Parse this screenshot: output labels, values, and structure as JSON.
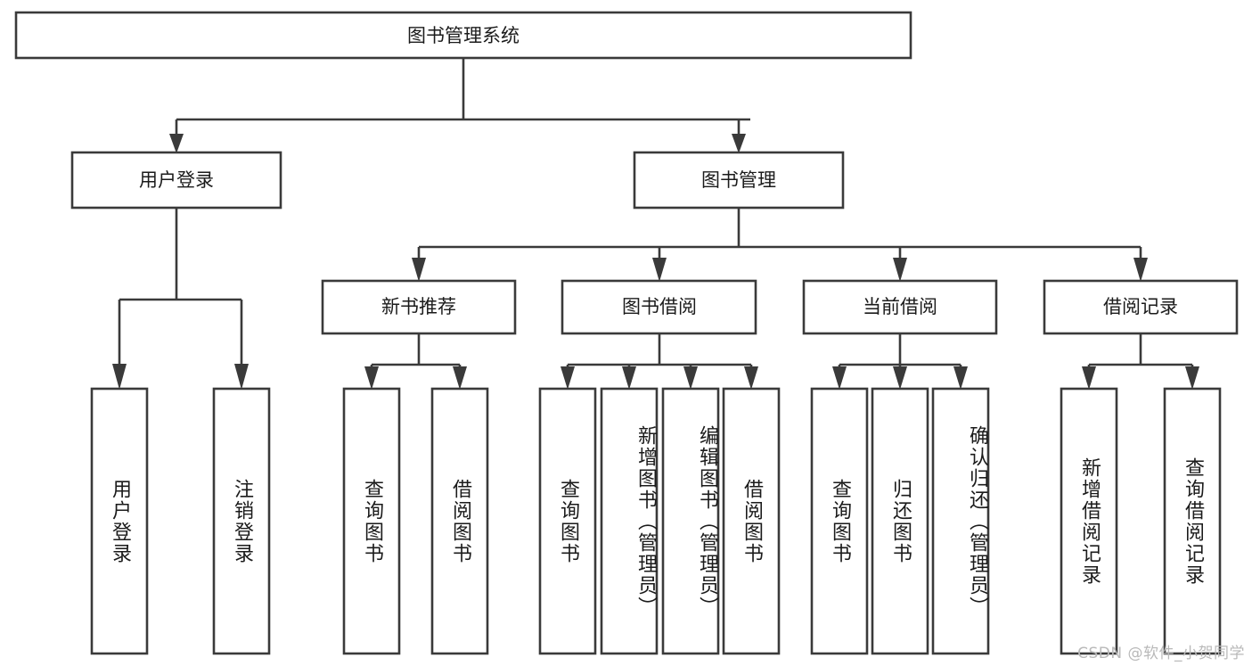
{
  "diagram": {
    "title": "图书管理系统",
    "watermark": "CSDN @软件_小贺同学",
    "colors": {
      "stroke": "#3a3a3a",
      "fill": "#ffffff",
      "text": "#1b1b1b",
      "watermark": "#b9b9b9"
    },
    "root": {
      "label": "图书管理系统"
    },
    "level2": [
      {
        "label": "用户登录"
      },
      {
        "label": "图书管理"
      }
    ],
    "level3": [
      {
        "label": "新书推荐"
      },
      {
        "label": "图书借阅"
      },
      {
        "label": "当前借阅"
      },
      {
        "label": "借阅记录"
      }
    ],
    "leaves": {
      "user_login": [
        {
          "label": "用户登录"
        },
        {
          "label": "注销登录"
        }
      ],
      "new_book_recommend": [
        {
          "label": "查询图书"
        },
        {
          "label": "借阅图书"
        }
      ],
      "book_borrow": [
        {
          "label": "查询图书"
        },
        {
          "label": "新增图书（管理员）"
        },
        {
          "label": "编辑图书（管理员）"
        },
        {
          "label": "借阅图书"
        }
      ],
      "current_borrow": [
        {
          "label": "查询图书"
        },
        {
          "label": "归还图书"
        },
        {
          "label": "确认归还（管理员）"
        }
      ],
      "borrow_record": [
        {
          "label": "新增借阅记录"
        },
        {
          "label": "查询借阅记录"
        }
      ]
    }
  }
}
